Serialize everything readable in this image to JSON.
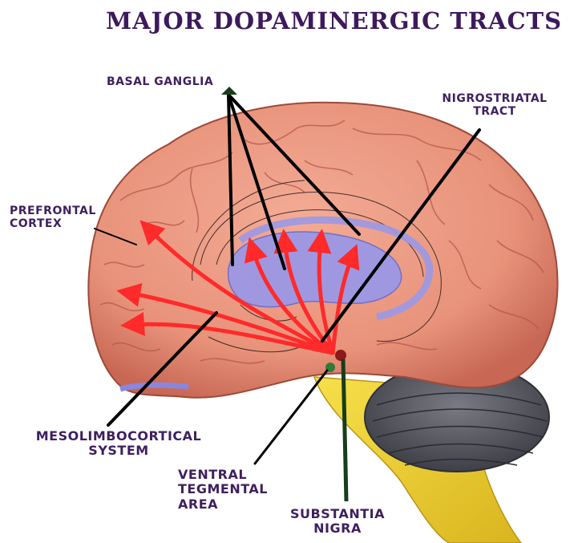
{
  "title": "MAJOR DOPAMINERGIC TRACTS",
  "labels": {
    "basal_ganglia": "BASAL GANGLIA",
    "nigrostriatal_line1": "NIGROSTRIATAL",
    "nigrostriatal_line2": "TRACT",
    "prefrontal_line1": "PREFRONTAL",
    "prefrontal_line2": "CORTEX",
    "mesolimbocortical_line1": "MESOLIMBOCORTICAL",
    "mesolimbocortical_line2": "SYSTEM",
    "ventral_line1": "VENTRAL",
    "ventral_line2": "TEGMENTAL",
    "ventral_line3": "AREA",
    "substantia_line1": "SUBSTANTIA",
    "substantia_line2": "NIGRA"
  },
  "colors": {
    "label_text": "#3f1f5f",
    "cerebrum": "#e8927a",
    "basal_ganglia": "#9b98e6",
    "pathway_arrows": "#ff2a2a",
    "cerebellum": "#5c5c66",
    "brainstem": "#f2d530",
    "pointer_lines": "#000000",
    "substantia_nigra": "#8b1a1a",
    "vta": "#2f7a3a"
  }
}
